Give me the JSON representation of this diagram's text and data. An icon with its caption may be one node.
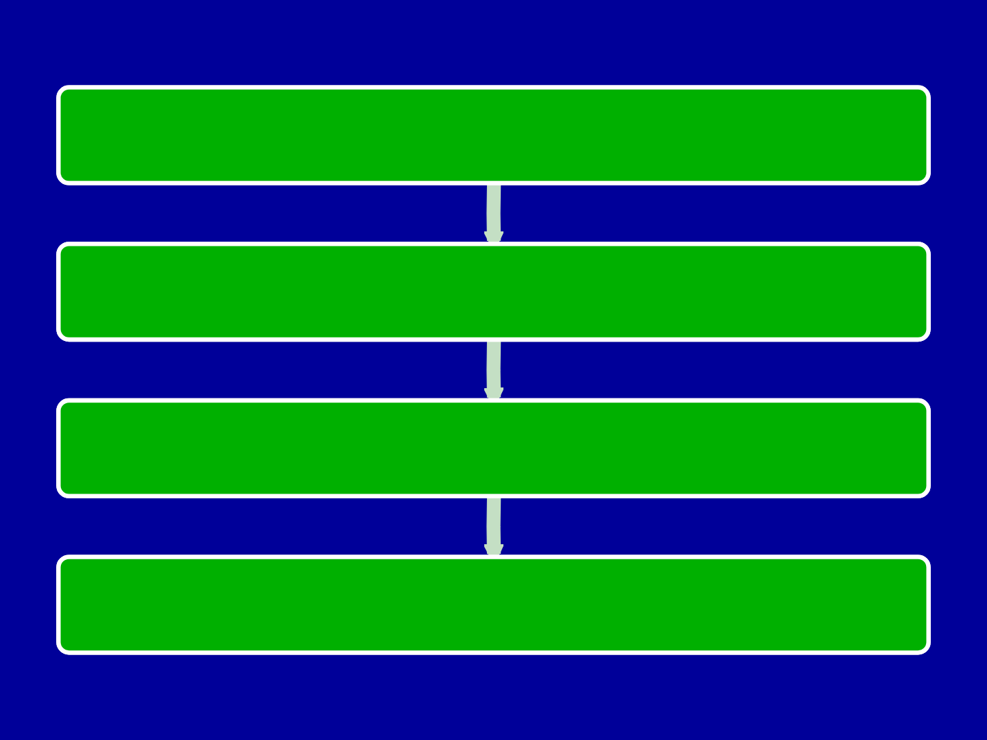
{
  "diagram": {
    "nodes": [
      {
        "text": [],
        "shape": "box"
      },
      {
        "text": [],
        "shape": "box"
      },
      {
        "text": [],
        "shape": "box"
      },
      {
        "text": [],
        "shape": "box"
      }
    ],
    "edges": [
      {
        "from": 0,
        "to": 1,
        "arrow": "to"
      },
      {
        "from": 1,
        "to": 2,
        "arrow": "to"
      },
      {
        "from": 2,
        "to": 3,
        "arrow": "to"
      }
    ]
  }
}
